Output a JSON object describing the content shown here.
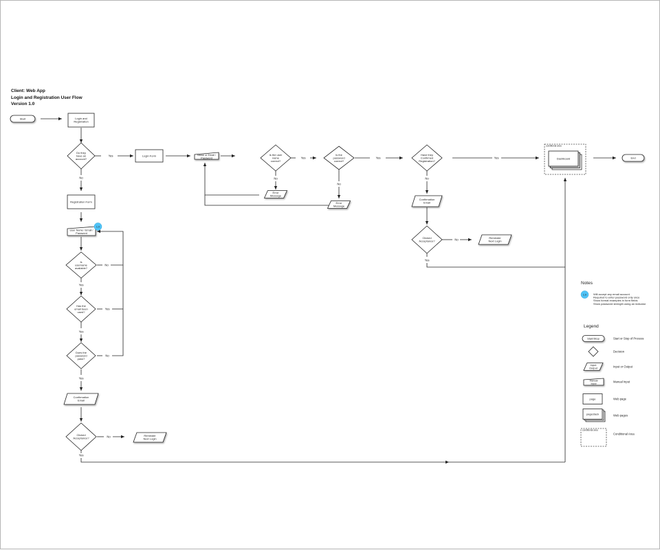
{
  "header": {
    "client": "Client: Web App",
    "title": "Login and Registration User Flow",
    "version": "Version 1.0"
  },
  "nodes": {
    "start": "Start",
    "login_and_registration": [
      "Login and",
      "Registration"
    ],
    "have_account": [
      "Do they",
      "have an",
      "account?"
    ],
    "login_form": "Login Form",
    "name_email_password": [
      "Name or Email /",
      "Password"
    ],
    "username_correct": [
      "Is the user",
      "name",
      "correct?"
    ],
    "error_message_1": [
      "Error",
      "Message"
    ],
    "password_correct": [
      "Is the",
      "password",
      "correct?"
    ],
    "error_message_2": [
      "Error",
      "Message"
    ],
    "confirmed_registration": [
      "Have they",
      "Confirmed",
      "Registration?"
    ],
    "confirmation_email_top": [
      "Confirmation",
      "Email"
    ],
    "clicked_acceptance_top": [
      "Clicked",
      "Acceptance?"
    ],
    "reminder_next_login_top": [
      "Reminder",
      "Next Login"
    ],
    "conditional_area_label": "conditional area",
    "dashboard": "Dashboard",
    "end": "End",
    "registration_form": "Registration Form",
    "username_email_password": [
      "User Name / Email /",
      "Password"
    ],
    "note_badge": "1.0",
    "username_available": [
      "Is",
      "username",
      "available?"
    ],
    "email_used": [
      "Has the",
      "email been",
      "used?"
    ],
    "password_pass": [
      "Does the",
      "password",
      "pass?"
    ],
    "confirmation_email_bottom": [
      "Confirmation",
      "Email"
    ],
    "clicked_acceptance_bottom": [
      "Clicked",
      "Acceptance?"
    ],
    "reminder_next_login_bottom": [
      "Reminder",
      "Next Login"
    ]
  },
  "edge_labels": {
    "yes": "Yes",
    "no": "No"
  },
  "notes": {
    "title": "Notes",
    "badge": "1.0",
    "lines": [
      "Will accept any email account",
      "Required to enter password only once",
      "Show format examples in form fields",
      "Show password strength using an indicator"
    ]
  },
  "legend": {
    "title": "Legend",
    "items": [
      {
        "symbol": "Start/Stop",
        "label": "Start or Stop of Process"
      },
      {
        "symbol": "",
        "label": "Decision"
      },
      {
        "symbol": "Input Output",
        "label": "Input or Output"
      },
      {
        "symbol": "Manual Input",
        "label": "Manual Input"
      },
      {
        "symbol": "page",
        "label": "Web page"
      },
      {
        "symbol": "pagestack",
        "label": "Web pages"
      },
      {
        "symbol": "conditional area",
        "label": "Conditional Area"
      }
    ]
  }
}
